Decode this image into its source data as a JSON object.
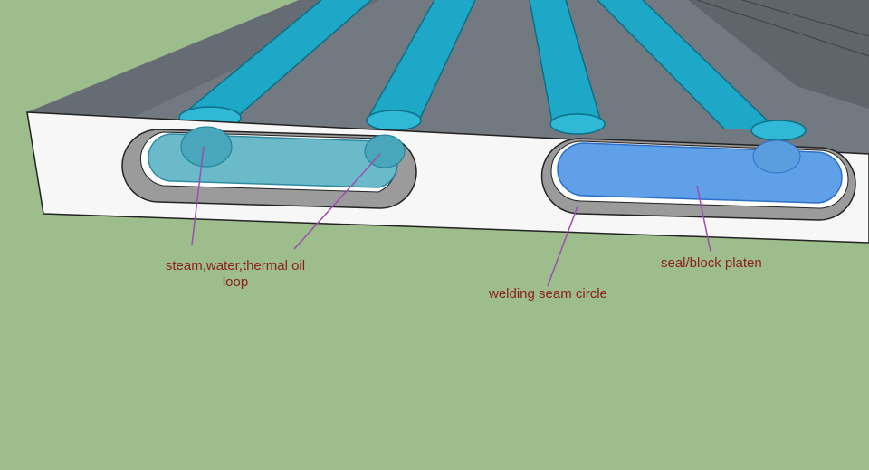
{
  "colors": {
    "background": "#9dbd8c",
    "label_text": "#8b1e1e",
    "leader_line": "#9b4fb0",
    "top_face": "#767c82",
    "front_face": "#f7f7f7",
    "pipe": "#1ea8c7",
    "platen": "#5fa0e8"
  },
  "labels": {
    "loop_line1": "steam,water,thermal oil",
    "loop_line2": "loop",
    "seal": "seal/block platen",
    "weld": "welding seam circle"
  }
}
